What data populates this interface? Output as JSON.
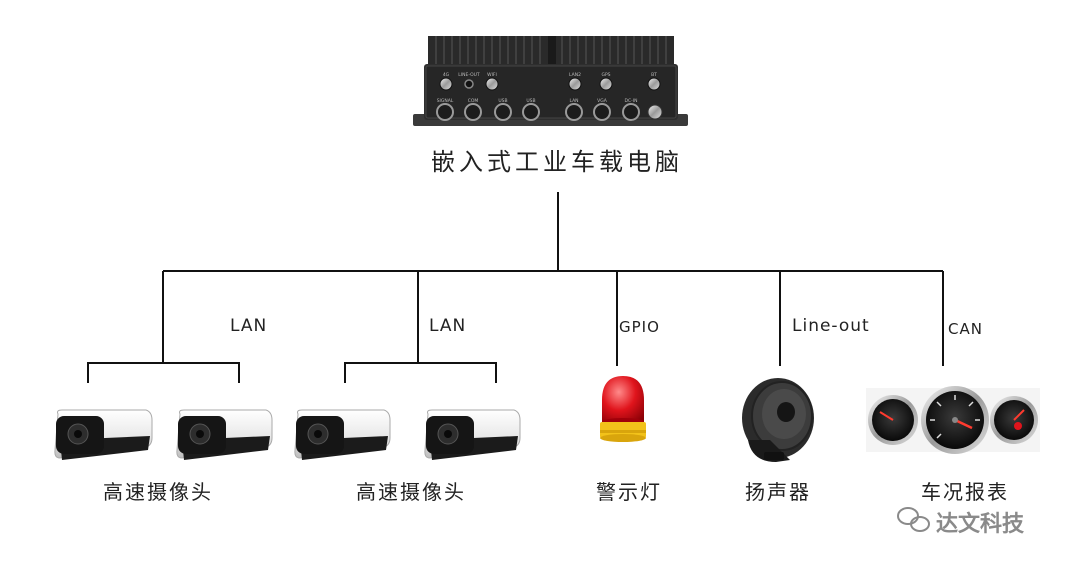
{
  "main_device": {
    "label": "嵌入式工业车载电脑",
    "port_labels": [
      "4G",
      "LINE-OUT",
      "WIFI",
      "LAN2",
      "GPS",
      "BT",
      "SIGNAL",
      "COM",
      "USB",
      "USB",
      "LAN",
      "VGA",
      "DC-IN"
    ]
  },
  "connections": [
    {
      "label": "LAN"
    },
    {
      "label": "LAN"
    },
    {
      "label": "GPIO"
    },
    {
      "label": "Line-out"
    },
    {
      "label": "CAN"
    }
  ],
  "devices": [
    {
      "label": "高速摄像头"
    },
    {
      "label": "高速摄像头"
    },
    {
      "label": "警示灯"
    },
    {
      "label": "扬声器"
    },
    {
      "label": "车况报表"
    }
  ],
  "watermark": {
    "text": "达文科技",
    "icon": "wechat-icon"
  },
  "colors": {
    "line": "#111111",
    "lamp_red": "#e0141c",
    "lamp_base": "#f2c21a",
    "device_body": "#2b2b2b"
  }
}
